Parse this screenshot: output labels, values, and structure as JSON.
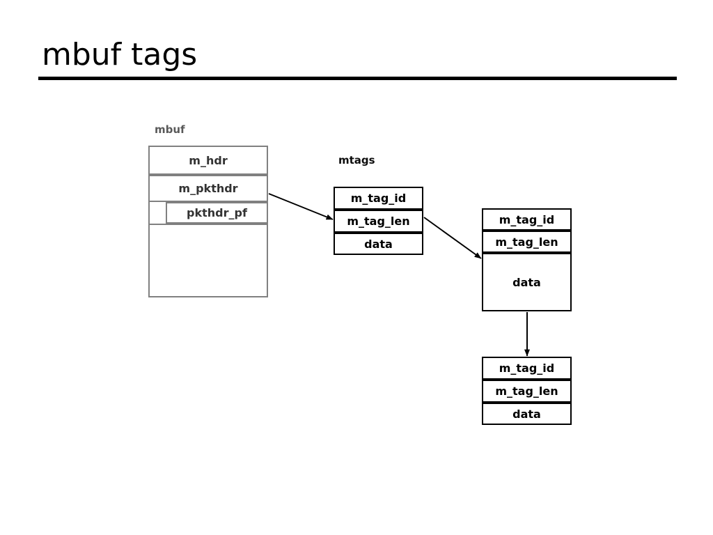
{
  "slide": {
    "title": "mbuf tags",
    "rule_color": "#000000",
    "background": "#ffffff"
  },
  "diagram": {
    "type": "structure-pointer-diagram",
    "captions": [
      {
        "name": "mbuf-caption",
        "text": "mbuf",
        "color": "#595959"
      },
      {
        "name": "mtags-caption",
        "text": "mtags",
        "color": "#0d0d0d"
      }
    ],
    "mbuf_struct": {
      "label": "mbuf",
      "border_color": "#808080",
      "fields": [
        {
          "name": "m_hdr",
          "text": "m_hdr"
        },
        {
          "name": "m_pkthdr",
          "text": "m_pkthdr"
        },
        {
          "name": "pkthdr_pf",
          "text": "pkthdr_pf"
        },
        {
          "name": "mbuf-data-area",
          "text": ""
        }
      ]
    },
    "mtags": [
      {
        "name": "mtag-1",
        "border_color": "#000000",
        "fields": [
          {
            "name": "m_tag_id",
            "text": "m_tag_id"
          },
          {
            "name": "m_tag_len",
            "text": "m_tag_len"
          },
          {
            "name": "data",
            "text": "data"
          }
        ]
      },
      {
        "name": "mtag-2",
        "border_color": "#000000",
        "fields": [
          {
            "name": "m_tag_id",
            "text": "m_tag_id"
          },
          {
            "name": "m_tag_len",
            "text": "m_tag_len"
          },
          {
            "name": "data",
            "text": "data"
          }
        ]
      },
      {
        "name": "mtag-3",
        "border_color": "#000000",
        "fields": [
          {
            "name": "m_tag_id",
            "text": "m_tag_id"
          },
          {
            "name": "m_tag_len",
            "text": "m_tag_len"
          },
          {
            "name": "data",
            "text": "data"
          }
        ]
      }
    ],
    "arrows": [
      {
        "name": "arrow-mbuf-to-mtag1",
        "from": "m_pkthdr",
        "to": "mtag-1"
      },
      {
        "name": "arrow-mtag1-to-mtag2",
        "from": "mtag-1",
        "to": "mtag-2"
      },
      {
        "name": "arrow-mtag2-to-mtag3",
        "from": "mtag-2",
        "to": "mtag-3"
      }
    ]
  }
}
